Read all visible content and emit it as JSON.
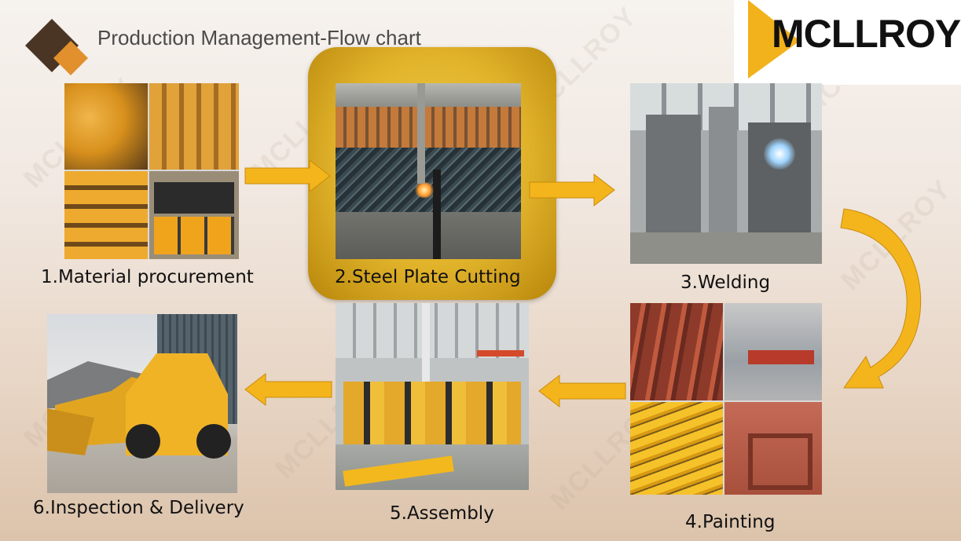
{
  "header": {
    "title": "Production Management-Flow chart",
    "logo_text": "MCLLROY",
    "watermark_text": "MCLLROY"
  },
  "colors": {
    "accent_yellow": "#f2b21b",
    "arrow_yellow": "#f4b51c",
    "highlight_gold": "#e0b22a",
    "emblem_brown": "#4a3525",
    "emblem_orange": "#e1902d"
  },
  "steps": [
    {
      "label": "1.Material procurement"
    },
    {
      "label": "2.Steel Plate Cutting"
    },
    {
      "label": "3.Welding"
    },
    {
      "label": "4.Painting"
    },
    {
      "label": "5.Assembly"
    },
    {
      "label": "6.Inspection & Delivery"
    }
  ]
}
